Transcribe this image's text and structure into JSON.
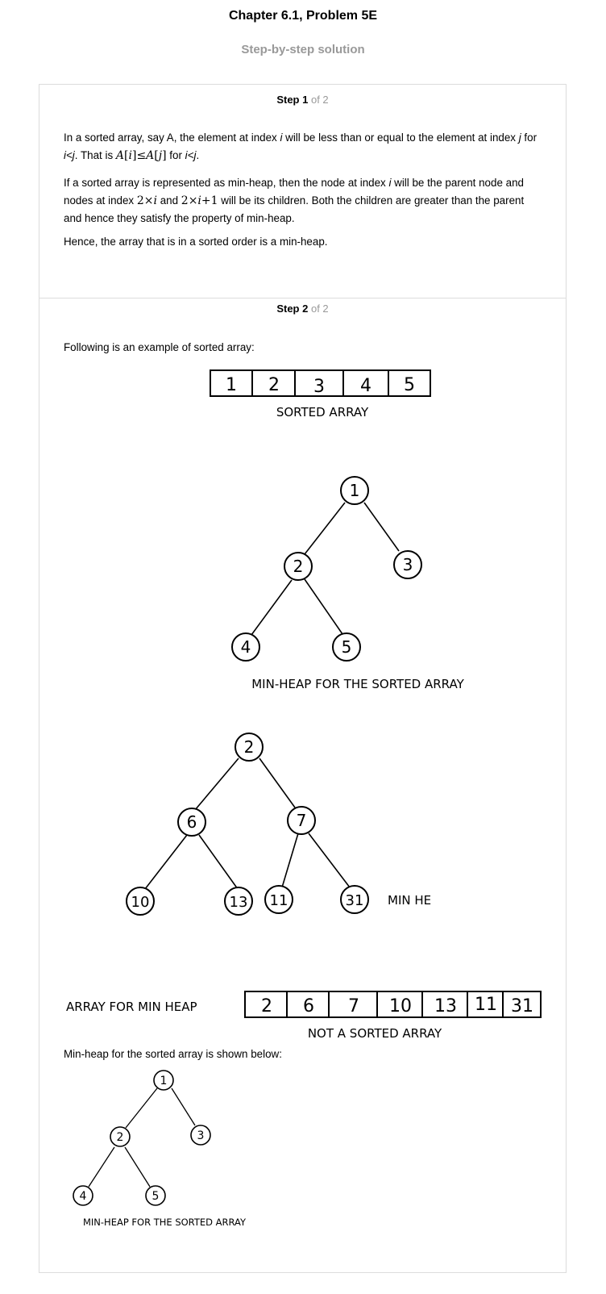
{
  "header": {
    "title": "Chapter 6.1, Problem 5E",
    "subtitle": "Step-by-step solution"
  },
  "steps": [
    {
      "label": "Step 1",
      "of": "of 2",
      "p1_a": "In a sorted array, say A, the element at index ",
      "p1_i": "i",
      "p1_b": " will be less than or equal to the element at index ",
      "p1_j": "j",
      "p1_c": " for ",
      "p1_cond": "i<j",
      "p1_d": ". That is ",
      "p1_e": " for ",
      "p1_cond2": "i<j",
      "p1_f": ".",
      "p2_a": "If a sorted array is represented as min-heap, then the node at index ",
      "p2_i": "i",
      "p2_b": " will be the parent node and nodes at index ",
      "p2_c": " and ",
      "p2_d": " will be its children. Both the children are greater than the parent and hence they satisfy the property of min-heap.",
      "p3": "Hence, the array that is in a sorted order is a min-heap."
    },
    {
      "label": "Step 2",
      "of": "of 2",
      "p1": "Following is an example of sorted array:",
      "p2": "Min-heap for the sorted array is shown below:"
    }
  ],
  "math": {
    "A": "A",
    "i": "i",
    "j": "j",
    "leq": "≤",
    "two": "2",
    "times": "×",
    "plus": "+",
    "one": "1"
  },
  "diagram1": {
    "array": [
      "1",
      "2",
      "3",
      "4",
      "5"
    ],
    "array_caption": "SORTED ARRAY",
    "tree": [
      "1",
      "2",
      "3",
      "4",
      "5"
    ],
    "tree_caption": "MIN-HEAP FOR THE SORTED ARRAY"
  },
  "diagram2": {
    "tree": [
      "2",
      "6",
      "7",
      "10",
      "13",
      "11",
      "31"
    ],
    "tree_caption": "MIN HE",
    "array_label": "ARRAY FOR MIN HEAP",
    "array": [
      "2",
      "6",
      "7",
      "10",
      "13",
      "11",
      "31"
    ],
    "array_caption": "NOT A SORTED ARRAY"
  },
  "diagram3": {
    "tree": [
      "1",
      "2",
      "3",
      "4",
      "5"
    ],
    "tree_caption": "MIN-HEAP FOR THE SORTED ARRAY"
  }
}
